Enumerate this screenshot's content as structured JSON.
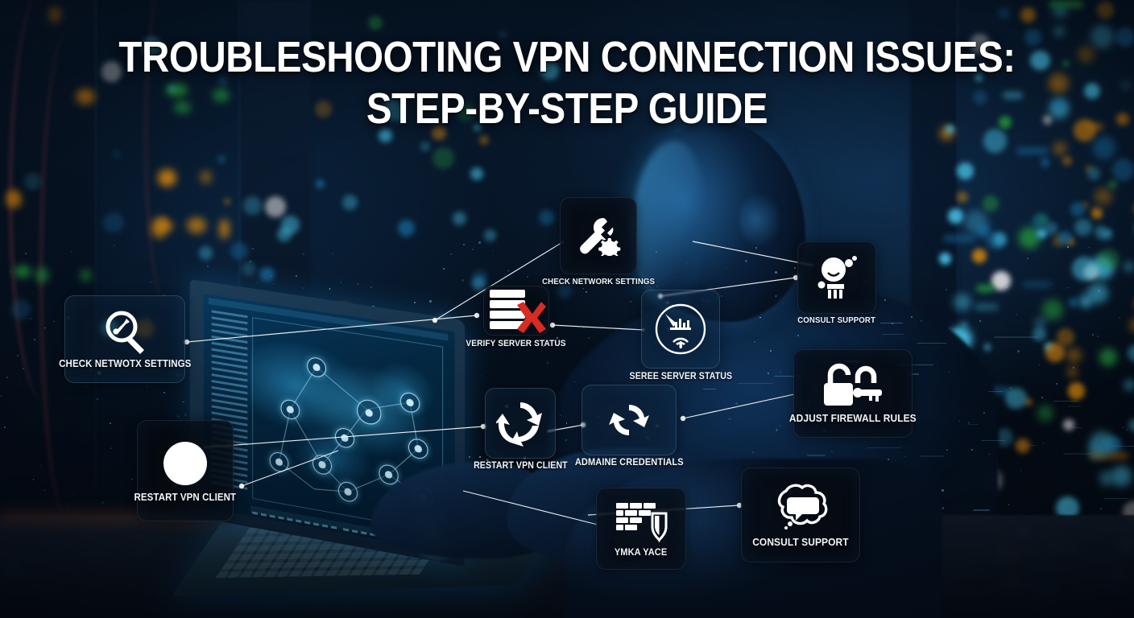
{
  "title": {
    "line1": "TROUBLESHOOTING VPN CONNECTION ISSUES:",
    "line2": "STEP-BY-STEP GUIDE"
  },
  "colors": {
    "accent_cyan": "#4fd8ff",
    "card_border": "#96c8eb",
    "label_text": "#f2f7fb",
    "error_red": "#d82b22",
    "bokeh_orange": "#f2960e",
    "bokeh_green": "#2fc24a",
    "bg_deep": "#05101e"
  },
  "cards": [
    {
      "id": "check-network-settings-left",
      "label": "CHECK NETWOTX SETTINGS",
      "icon": "magnifier-wrench-icon",
      "style": "glass"
    },
    {
      "id": "restart-vpn-client-left",
      "label": "RESTART VPN CLIENT",
      "icon": "globe-icon",
      "style": "dark"
    },
    {
      "id": "check-network-settings-top",
      "label": "CHECK NETWORK SETTINGS",
      "icon": "wrench-gear-icon",
      "style": "dark"
    },
    {
      "id": "verify-server-status",
      "label": "VERIFY SERVER STATUS",
      "icon": "server-error-icon",
      "style": "dark"
    },
    {
      "id": "sereg-server-status",
      "label": "SEREE SERVER STATUS",
      "icon": "signal-scan-icon",
      "style": "glass"
    },
    {
      "id": "consult-support-top-right",
      "label": "CONSULT SUPPORT",
      "icon": "support-agent-icon",
      "style": "dark"
    },
    {
      "id": "adjust-firewall-rules",
      "label": "ADJUST FIREWALL RULES",
      "icon": "padlock-key-icon",
      "style": "dark"
    },
    {
      "id": "restart-vpn-client-center",
      "label": "RESTART VPN CLIENT",
      "icon": "refresh-cycle-icon",
      "style": "glass"
    },
    {
      "id": "admaine-credentials",
      "label": "ADMAINE CREDENTIALS",
      "icon": "sync-arrows-icon",
      "style": "glass"
    },
    {
      "id": "firewall-shield",
      "label": "YMKA YACE",
      "icon": "brickwall-shield-icon",
      "style": "dark"
    },
    {
      "id": "consult-support",
      "label": "CONSULT SUPPORT",
      "icon": "chat-bubble-icon",
      "style": "dark"
    }
  ],
  "scene": {
    "subject": "person-at-laptop-silhouette",
    "setting": "server-room-bokeh-background",
    "laptop_screen": "world-map-network-nodes"
  }
}
